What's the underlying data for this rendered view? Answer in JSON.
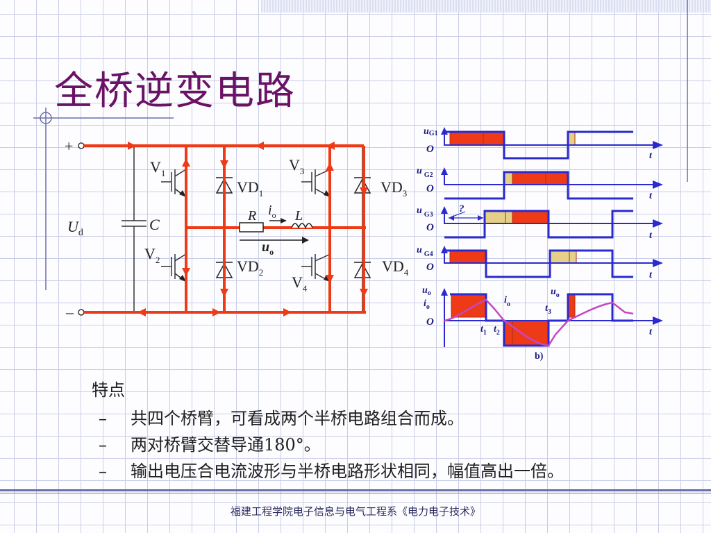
{
  "slide": {
    "title": "全桥逆变电路",
    "footer": "福建工程学院电子信息与电气工程系《电力电子技术》"
  },
  "circuit": {
    "plus": "+",
    "minus": "–",
    "source": {
      "main": "U",
      "sub": "d"
    },
    "capacitor": "C",
    "switches": [
      {
        "main": "V",
        "sub": "1"
      },
      {
        "main": "V",
        "sub": "2"
      },
      {
        "main": "V",
        "sub": "3"
      },
      {
        "main": "V",
        "sub": "4"
      }
    ],
    "diodes": [
      {
        "main": "VD",
        "sub": "1"
      },
      {
        "main": "VD",
        "sub": "2"
      },
      {
        "main": "VD",
        "sub": "3"
      },
      {
        "main": "VD",
        "sub": "4"
      }
    ],
    "resistor": "R",
    "inductor": "L",
    "current": {
      "main": "i",
      "sub": "o"
    },
    "voltage": {
      "main": "u",
      "sub": "o"
    }
  },
  "waveforms": {
    "rows": [
      {
        "label": "u",
        "sub": "G1",
        "origin": "O",
        "axis": "t"
      },
      {
        "label": "u",
        "sub": "G2",
        "origin": "O",
        "axis": "t"
      },
      {
        "label": "u",
        "sub": "G3",
        "origin": "O",
        "axis": "t"
      },
      {
        "label": "u",
        "sub": "G4",
        "origin": "O",
        "axis": "t"
      },
      {
        "label": "u",
        "sub": "o",
        "origin": "O",
        "axis": "t"
      }
    ],
    "output_current": {
      "main": "i",
      "sub": "o"
    },
    "question_mark": "?",
    "io_marker": {
      "main": "i",
      "sub": "o"
    },
    "uo_marker": {
      "main": "u",
      "sub": "o"
    },
    "times": [
      {
        "main": "t",
        "sub": "1"
      },
      {
        "main": "t",
        "sub": "2"
      },
      {
        "main": "t",
        "sub": "3"
      }
    ],
    "caption": "b)",
    "colors": {
      "axis": "#2a2acf",
      "conduct": "#ee3a16",
      "diode": "#e6cf86",
      "current": "#c448c4"
    }
  },
  "points": {
    "heading": "特点",
    "dash": "–",
    "items": [
      "共四个桥臂，可看成两个半桥电路组合而成。",
      "两对桥臂交替导通180°。",
      "输出电压合电流波形与半桥电路形状相同，幅值高出一倍。"
    ]
  }
}
